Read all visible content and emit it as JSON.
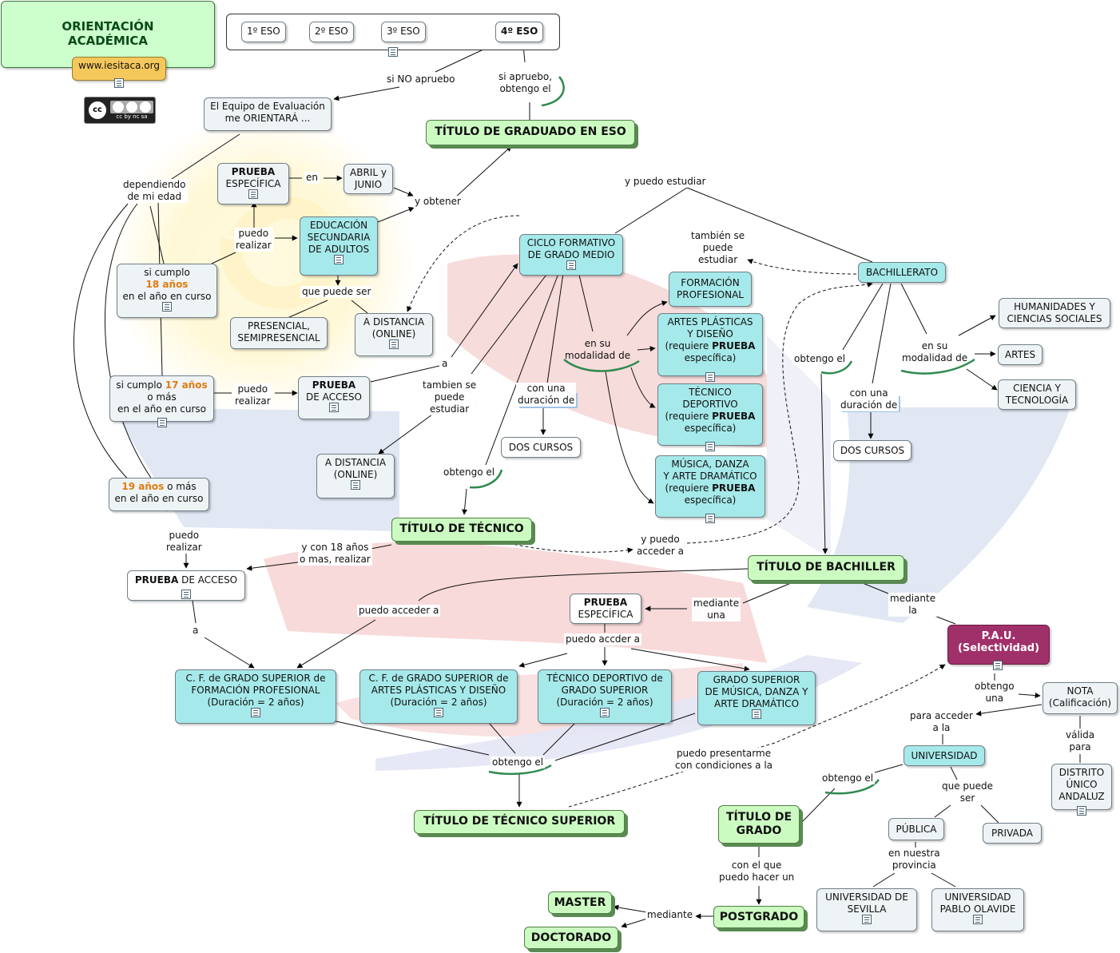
{
  "header": {
    "title_line1": "ORIENTACIÓN",
    "title_line2": "ACADÉMICA",
    "website": "www.iesitaca.org",
    "license_badge": "cc by nc sa"
  },
  "eso_sequence": [
    "1º ESO",
    "2º ESO",
    "3º ESO",
    "4º ESO"
  ],
  "nodes": {
    "equipo": [
      "El Equipo de Evaluación",
      "me ORIENTARÁ ..."
    ],
    "titulo_eso": "TÍTULO DE GRADUADO EN ESO",
    "prueba_especifica_1": [
      "PRUEBA",
      "ESPECÍFICA"
    ],
    "abril_junio": [
      "ABRIL y",
      "JUNIO"
    ],
    "educacion_adultos": [
      "EDUCACIÓN",
      "SECUNDARIA",
      "DE ADULTOS"
    ],
    "cumplo18": [
      "si cumplo",
      "18 años",
      "en el año en curso"
    ],
    "presencial": [
      "PRESENCIAL,",
      "SEMIPRESENCIAL"
    ],
    "distancia1": [
      "A DISTANCIA",
      "(ONLINE)"
    ],
    "cumplo17": [
      "si cumplo",
      "17 años",
      "o más",
      "en el año en curso"
    ],
    "prueba_acceso_1": [
      "PRUEBA",
      "DE ACCESO"
    ],
    "distancia2": [
      "A DISTANCIA",
      "(ONLINE)"
    ],
    "cumplo19": [
      "19 años",
      "o más",
      "en el año en curso"
    ],
    "prueba_acceso_2": [
      "PRUEBA",
      "DE ACCESO"
    ],
    "ciclo_medio": [
      "CICLO FORMATIVO",
      "DE GRADO MEDIO"
    ],
    "formacion_profesional": [
      "FORMACIÓN",
      "PROFESIONAL"
    ],
    "artes_plasticas": [
      "ARTES PLÁSTICAS",
      "Y DISEÑO",
      "(requiere",
      "PRUEBA",
      "específica)"
    ],
    "tecnico_deportivo": [
      "TÉCNICO",
      "DEPORTIVO",
      "(requiere",
      "PRUEBA",
      "específica)"
    ],
    "musica_danza": [
      "MÚSICA, DANZA",
      "Y ARTE DRAMÁTICO",
      "(requiere",
      "PRUEBA",
      "específica)"
    ],
    "dos_cursos_1": "DOS CURSOS",
    "titulo_tecnico": "TÍTULO DE TÉCNICO",
    "bachillerato": "BACHILLERATO",
    "humanidades": [
      "HUMANIDADES Y",
      "CIENCIAS SOCIALES"
    ],
    "artes": "ARTES",
    "ciencia": [
      "CIENCIA Y",
      "TECNOLOGÍA"
    ],
    "dos_cursos_2": "DOS CURSOS",
    "titulo_bachiller": "TÍTULO DE BACHILLER",
    "prueba_especifica_2": [
      "PRUEBA",
      "ESPECÍFICA"
    ],
    "pau": [
      "P.A.U.",
      "(Selectividad)"
    ],
    "cf_fp": [
      "C. F. de GRADO SUPERIOR de",
      "FORMACIÓN PROFESIONAL",
      "(Duración = 2 años)"
    ],
    "cf_artes": [
      "C. F. de GRADO SUPERIOR de",
      "ARTES PLÁSTICAS Y DISEÑO",
      "(Duración = 2 años)"
    ],
    "tecnico_deportivo_sup": [
      "TÉCNICO DEPORTIVO de",
      "GRADO SUPERIOR",
      "(Duración = 2 años)"
    ],
    "grado_musica": [
      "GRADO SUPERIOR",
      "DE MÚSICA, DANZA Y",
      "ARTE DRAMÁTICO"
    ],
    "titulo_tecnico_superior": "TÍTULO DE TÉCNICO SUPERIOR",
    "nota": [
      "NOTA",
      "(Calificación)"
    ],
    "universidad": "UNIVERSIDAD",
    "distrito": [
      "DISTRITO",
      "ÚNICO",
      "ANDALUZ"
    ],
    "titulo_grado": [
      "TÍTULO DE",
      "GRADO"
    ],
    "publica": "PÚBLICA",
    "privada": "PRIVADA",
    "sevilla": [
      "UNIVERSIDAD DE",
      "SEVILLA"
    ],
    "olavide": [
      "UNIVERSIDAD",
      "PABLO OLAVIDE"
    ],
    "master": "MASTER",
    "postgrado": "POSTGRADO",
    "doctorado": "DOCTORADO"
  },
  "labels": {
    "no_apruebo": "si NO apruebo",
    "apruebo": [
      "si apruebo,",
      "obtengo el"
    ],
    "dependiendo": [
      "dependiendo",
      "de mi edad"
    ],
    "en": "en",
    "y_obtener": "y obtener",
    "puedo_realizar_1": [
      "puedo",
      "realizar"
    ],
    "que_puede_ser_1": "que puede ser",
    "puedo_realizar_2": [
      "puedo",
      "realizar"
    ],
    "a_1": "a",
    "tambien_estudiar_1": [
      "tambien se",
      "puede",
      "estudiar"
    ],
    "y_puedo_estudiar": "y puedo estudiar",
    "tambien_estudiar_2": [
      "también se",
      "puede",
      "estudiar"
    ],
    "modalidad_1": [
      "en su",
      "modalidad de"
    ],
    "duracion_1": [
      "con una",
      "duración de"
    ],
    "obtengo_1": "obtengo el",
    "puedo_realizar_3": [
      "puedo",
      "realizar"
    ],
    "con18": [
      "y con 18 años",
      "o mas, realizar"
    ],
    "puedo_acceder_a": [
      "y puedo",
      "acceder a"
    ],
    "obtengo_2": "obtengo el",
    "modalidad_2": [
      "en su",
      "modalidad de"
    ],
    "duracion_2": [
      "con una",
      "duración de"
    ],
    "mediante_una": [
      "mediante",
      "una"
    ],
    "mediante_la": [
      "mediante",
      "la"
    ],
    "puedo_acceder_a_2": "puedo acceder a",
    "puedo_accder": "puedo accder a",
    "a_2": "a",
    "obtengo_3": "obtengo el",
    "presentarme": [
      "puedo presentarme",
      "con condiciones a la"
    ],
    "obtengo_una": [
      "obtengo",
      "una"
    ],
    "para_acceder": [
      "para acceder",
      "a la"
    ],
    "valida": [
      "válida",
      "para"
    ],
    "obtengo_4": "obtengo el",
    "que_puede_ser_2": [
      "que puede",
      "ser"
    ],
    "en_provincia": [
      "en nuestra",
      "provincia"
    ],
    "con_el_que": [
      "con el que",
      "puedo hacer un"
    ],
    "mediante": "mediante"
  },
  "colors": {
    "node_fill": "#eef3f6",
    "cyan_fill": "#a6e9ea",
    "green_fill": "#ccfbc2",
    "pau_fill": "#a0306a",
    "website_fill": "#f5c85c",
    "title_fill": "#ccffcc",
    "title_text": "#0a4a1a"
  }
}
